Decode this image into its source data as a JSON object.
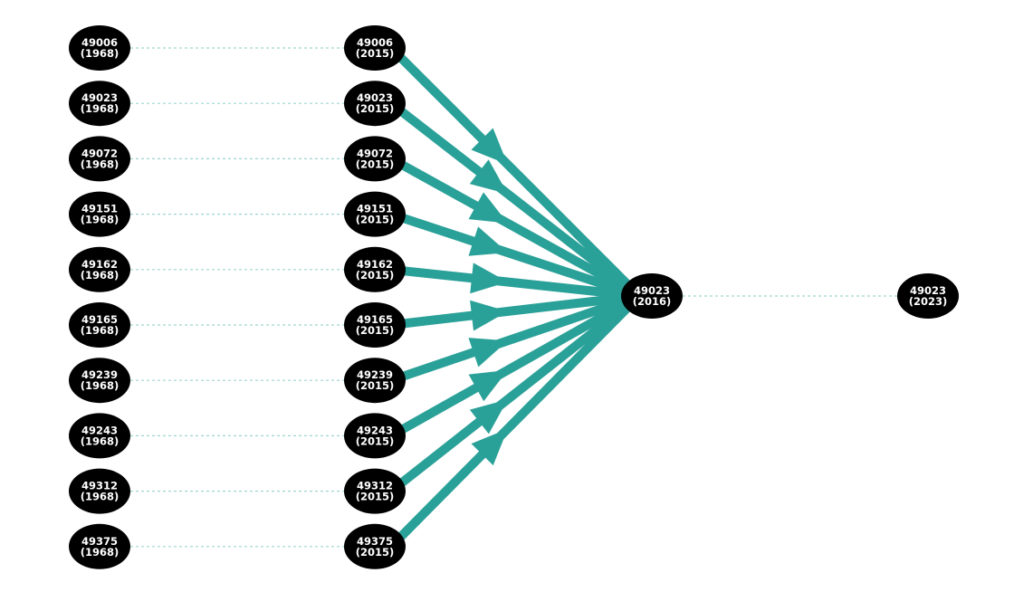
{
  "colors": {
    "background": "#ffffff",
    "node_fill": "#000000",
    "node_text": "#ffffff",
    "flow_arrow": "#2aa198",
    "dotted_link": "#9fd6cf"
  },
  "columns": {
    "col1968": [
      {
        "id": "49006",
        "year": "(1968)"
      },
      {
        "id": "49023",
        "year": "(1968)"
      },
      {
        "id": "49072",
        "year": "(1968)"
      },
      {
        "id": "49151",
        "year": "(1968)"
      },
      {
        "id": "49162",
        "year": "(1968)"
      },
      {
        "id": "49165",
        "year": "(1968)"
      },
      {
        "id": "49239",
        "year": "(1968)"
      },
      {
        "id": "49243",
        "year": "(1968)"
      },
      {
        "id": "49312",
        "year": "(1968)"
      },
      {
        "id": "49375",
        "year": "(1968)"
      }
    ],
    "col2015": [
      {
        "id": "49006",
        "year": "(2015)"
      },
      {
        "id": "49023",
        "year": "(2015)"
      },
      {
        "id": "49072",
        "year": "(2015)"
      },
      {
        "id": "49151",
        "year": "(2015)"
      },
      {
        "id": "49162",
        "year": "(2015)"
      },
      {
        "id": "49165",
        "year": "(2015)"
      },
      {
        "id": "49239",
        "year": "(2015)"
      },
      {
        "id": "49243",
        "year": "(2015)"
      },
      {
        "id": "49312",
        "year": "(2015)"
      },
      {
        "id": "49375",
        "year": "(2015)"
      }
    ],
    "col2016": [
      {
        "id": "49023",
        "year": "(2016)"
      }
    ],
    "col2023": [
      {
        "id": "49023",
        "year": "(2023)"
      }
    ]
  },
  "links": {
    "dotted": [
      {
        "from": "col1968.0",
        "to": "col2015.0"
      },
      {
        "from": "col1968.1",
        "to": "col2015.1"
      },
      {
        "from": "col1968.2",
        "to": "col2015.2"
      },
      {
        "from": "col1968.3",
        "to": "col2015.3"
      },
      {
        "from": "col1968.4",
        "to": "col2015.4"
      },
      {
        "from": "col1968.5",
        "to": "col2015.5"
      },
      {
        "from": "col1968.6",
        "to": "col2015.6"
      },
      {
        "from": "col1968.7",
        "to": "col2015.7"
      },
      {
        "from": "col1968.8",
        "to": "col2015.8"
      },
      {
        "from": "col1968.9",
        "to": "col2015.9"
      },
      {
        "from": "col2016.0",
        "to": "col2023.0"
      }
    ],
    "arrows": [
      {
        "from": "col2015.0",
        "to": "col2016.0"
      },
      {
        "from": "col2015.1",
        "to": "col2016.0"
      },
      {
        "from": "col2015.2",
        "to": "col2016.0"
      },
      {
        "from": "col2015.3",
        "to": "col2016.0"
      },
      {
        "from": "col2015.4",
        "to": "col2016.0"
      },
      {
        "from": "col2015.5",
        "to": "col2016.0"
      },
      {
        "from": "col2015.6",
        "to": "col2016.0"
      },
      {
        "from": "col2015.7",
        "to": "col2016.0"
      },
      {
        "from": "col2015.8",
        "to": "col2016.0"
      },
      {
        "from": "col2015.9",
        "to": "col2016.0"
      }
    ]
  }
}
